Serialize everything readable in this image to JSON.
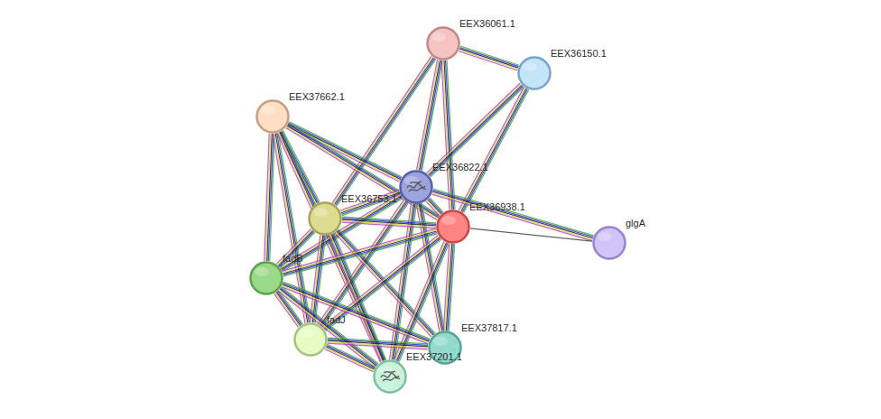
{
  "diagram": {
    "nodes": [
      {
        "text": [
          "EEX36061.1"
        ]
      },
      {
        "text": [
          "EEX36150.1"
        ]
      },
      {
        "text": [
          "EEX37662.1"
        ]
      },
      {
        "text": [
          "EEX36822.1"
        ]
      },
      {
        "text": [
          "EEX36753.1"
        ]
      },
      {
        "text": [
          "EEX36938.1"
        ]
      },
      {
        "text": [
          "glgA"
        ]
      },
      {
        "text": [
          "fadB"
        ]
      },
      {
        "text": [
          "fadJ"
        ]
      },
      {
        "text": [
          "EEX37817.1"
        ]
      },
      {
        "text": [
          "EEX37201.1"
        ]
      }
    ],
    "edges": [
      {
        "from": 0,
        "to": 1,
        "arrow": "none"
      },
      {
        "from": 0,
        "to": 3,
        "arrow": "none"
      },
      {
        "from": 0,
        "to": 5,
        "arrow": "none"
      },
      {
        "from": 0,
        "to": 4,
        "arrow": "none"
      },
      {
        "from": 1,
        "to": 3,
        "arrow": "none"
      },
      {
        "from": 1,
        "to": 5,
        "arrow": "none"
      },
      {
        "from": 2,
        "to": 3,
        "arrow": "none"
      },
      {
        "from": 2,
        "to": 5,
        "arrow": "none"
      },
      {
        "from": 2,
        "to": 4,
        "arrow": "none"
      },
      {
        "from": 2,
        "to": 7,
        "arrow": "none"
      },
      {
        "from": 2,
        "to": 8,
        "arrow": "none"
      },
      {
        "from": 2,
        "to": 10,
        "arrow": "none"
      },
      {
        "from": 3,
        "to": 4,
        "arrow": "none"
      },
      {
        "from": 3,
        "to": 5,
        "arrow": "none"
      },
      {
        "from": 3,
        "to": 6,
        "arrow": "none"
      },
      {
        "from": 3,
        "to": 7,
        "arrow": "none"
      },
      {
        "from": 3,
        "to": 8,
        "arrow": "none"
      },
      {
        "from": 3,
        "to": 9,
        "arrow": "none"
      },
      {
        "from": 3,
        "to": 10,
        "arrow": "none"
      },
      {
        "from": 4,
        "to": 5,
        "arrow": "none"
      },
      {
        "from": 4,
        "to": 7,
        "arrow": "none"
      },
      {
        "from": 4,
        "to": 8,
        "arrow": "none"
      },
      {
        "from": 4,
        "to": 9,
        "arrow": "none"
      },
      {
        "from": 4,
        "to": 10,
        "arrow": "none"
      },
      {
        "from": 5,
        "to": 6,
        "arrow": "none"
      },
      {
        "from": 5,
        "to": 7,
        "arrow": "none"
      },
      {
        "from": 5,
        "to": 8,
        "arrow": "none"
      },
      {
        "from": 5,
        "to": 9,
        "arrow": "none"
      },
      {
        "from": 5,
        "to": 10,
        "arrow": "none"
      },
      {
        "from": 7,
        "to": 8,
        "arrow": "none"
      },
      {
        "from": 7,
        "to": 9,
        "arrow": "none"
      },
      {
        "from": 7,
        "to": 10,
        "arrow": "none"
      },
      {
        "from": 8,
        "to": 9,
        "arrow": "none"
      },
      {
        "from": 8,
        "to": 10,
        "arrow": "none"
      }
    ]
  }
}
